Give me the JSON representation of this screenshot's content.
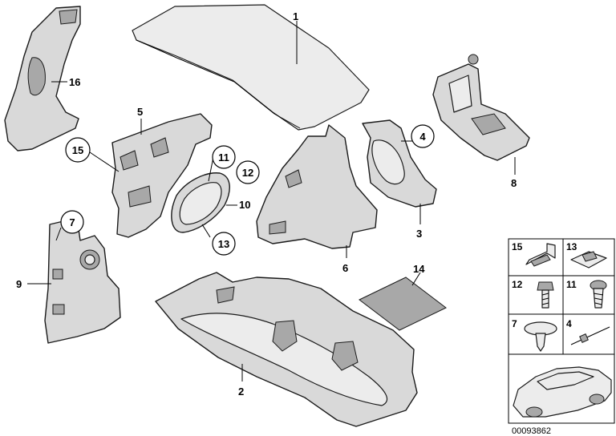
{
  "callouts": {
    "c1": "1",
    "c2": "2",
    "c3": "3",
    "c4": "4",
    "c5": "5",
    "c6": "6",
    "c7": "7",
    "c8": "8",
    "c9": "9",
    "c10": "10",
    "c11": "11",
    "c12": "12",
    "c13": "13",
    "c14": "14",
    "c15": "15",
    "c16": "16"
  },
  "legend": {
    "cells": [
      "15",
      "13",
      "12",
      "11",
      "7",
      "4"
    ]
  },
  "reference_code": "00093862"
}
